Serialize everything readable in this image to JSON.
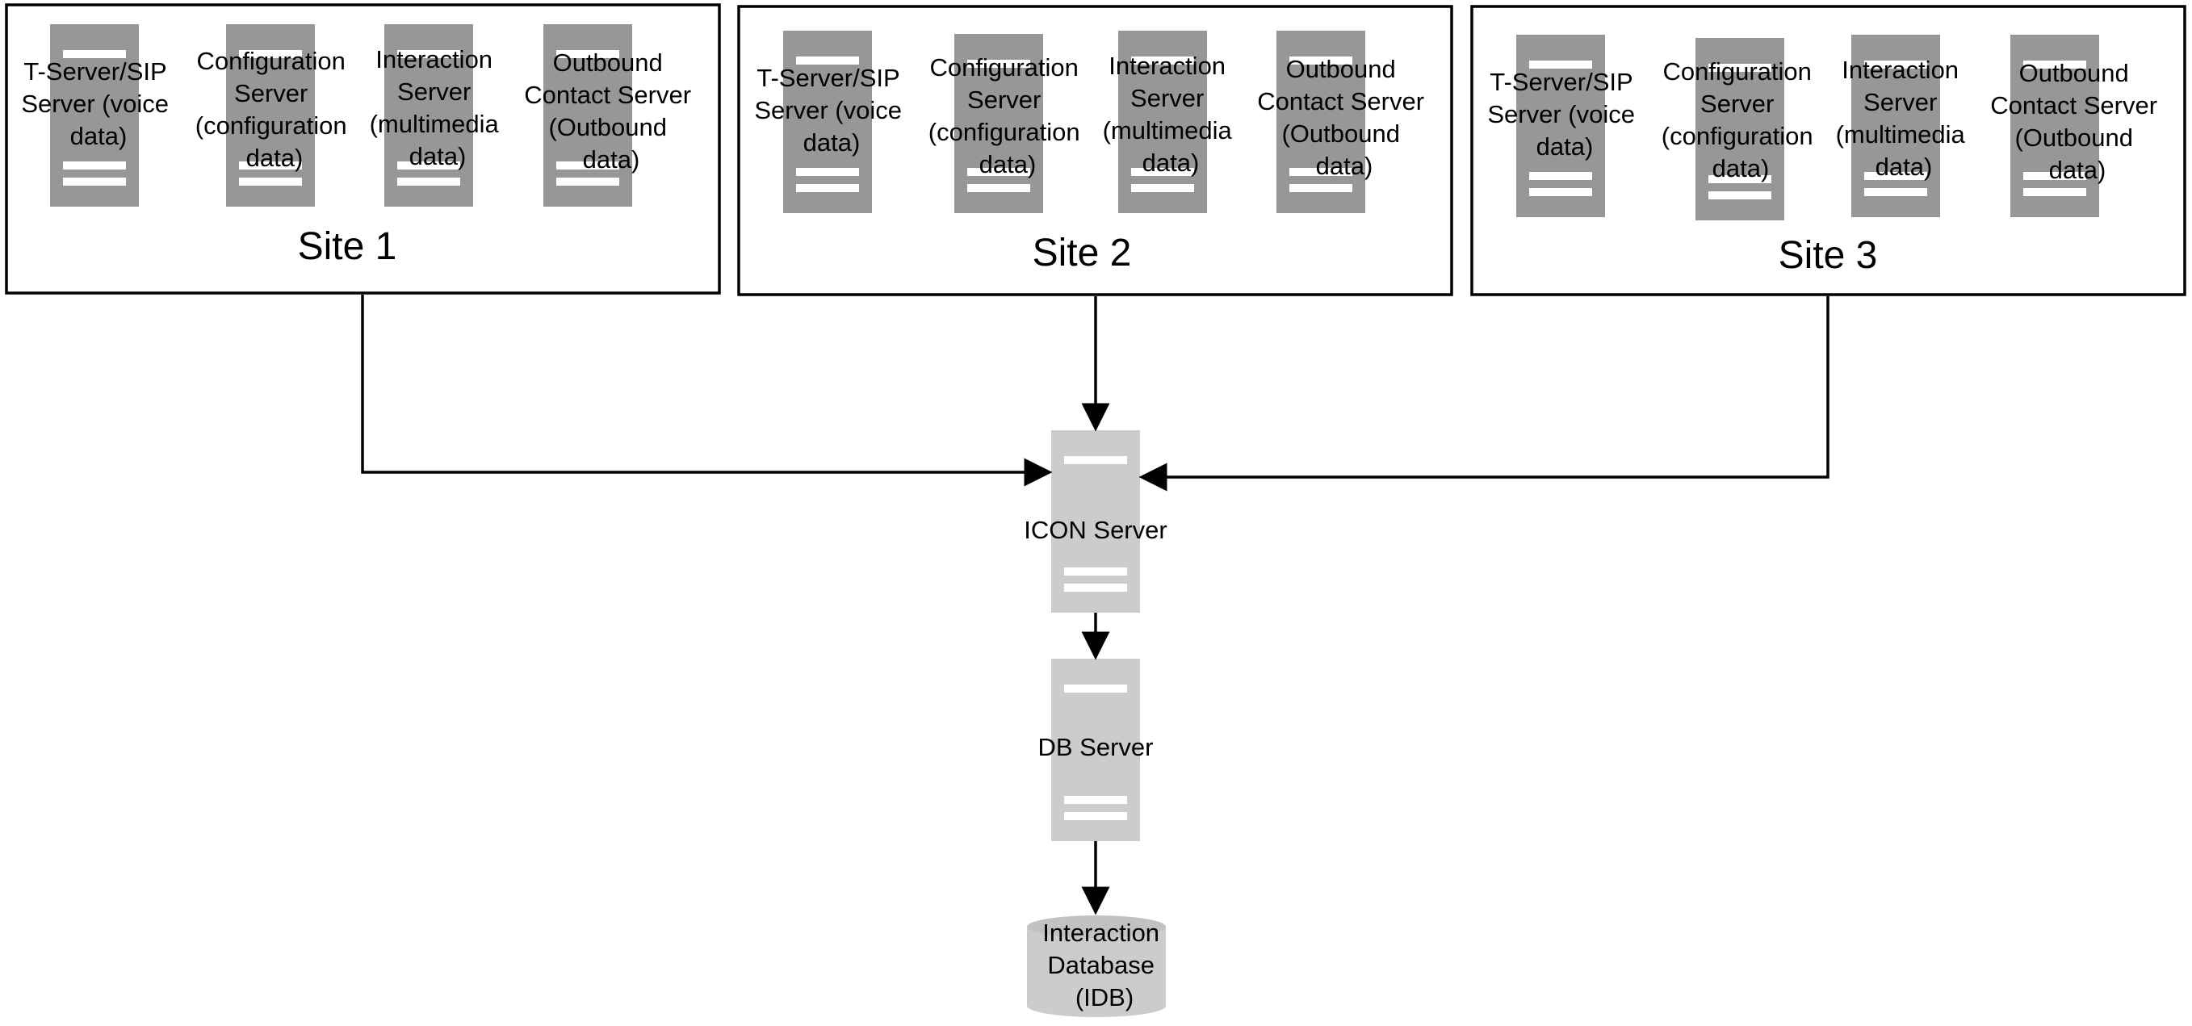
{
  "colors": {
    "site_server": "#979797",
    "central_server": "#cccccc",
    "database": "#cccccc",
    "line": "#000000"
  },
  "sites": [
    {
      "label": "Site 1",
      "servers": [
        {
          "name": "tserver",
          "icon": "server-icon",
          "lines": [
            "T-Server/SIP",
            "Server (voice",
            "data)"
          ]
        },
        {
          "name": "config",
          "icon": "server-icon",
          "lines": [
            "Configuration",
            "Server",
            "(configuration",
            "data)"
          ]
        },
        {
          "name": "interaction",
          "icon": "server-icon",
          "lines": [
            "Interaction",
            "Server",
            "(multimedia",
            "data)"
          ]
        },
        {
          "name": "outbound",
          "icon": "server-icon",
          "lines": [
            "Outbound",
            "Contact Server",
            "(Outbound",
            "data)"
          ]
        }
      ]
    },
    {
      "label": "Site 2",
      "servers": [
        {
          "name": "tserver",
          "icon": "server-icon",
          "lines": [
            "T-Server/SIP",
            "Server (voice",
            "data)"
          ]
        },
        {
          "name": "config",
          "icon": "server-icon",
          "lines": [
            "Configuration",
            "Server",
            "(configuration",
            "data)"
          ]
        },
        {
          "name": "interaction",
          "icon": "server-icon",
          "lines": [
            "Interaction",
            "Server",
            "(multimedia",
            "data)"
          ]
        },
        {
          "name": "outbound",
          "icon": "server-icon",
          "lines": [
            "Outbound",
            "Contact Server",
            "(Outbound",
            "data)"
          ]
        }
      ]
    },
    {
      "label": "Site 3",
      "servers": [
        {
          "name": "tserver",
          "icon": "server-icon",
          "lines": [
            "T-Server/SIP",
            "Server (voice",
            "data)"
          ]
        },
        {
          "name": "config",
          "icon": "server-icon",
          "lines": [
            "Configuration",
            "Server",
            "(configuration",
            "data)"
          ]
        },
        {
          "name": "interaction",
          "icon": "server-icon",
          "lines": [
            "Interaction",
            "Server",
            "(multimedia",
            "data)"
          ]
        },
        {
          "name": "outbound",
          "icon": "server-icon",
          "lines": [
            "Outbound",
            "Contact Server",
            "(Outbound",
            "data)"
          ]
        }
      ]
    }
  ],
  "icon_server": {
    "label": "ICON Server",
    "icon": "server-icon"
  },
  "db_server": {
    "label": "DB Server",
    "icon": "server-icon"
  },
  "database": {
    "lines": [
      "Interaction",
      "Database",
      "(IDB)"
    ],
    "icon": "database-icon"
  }
}
